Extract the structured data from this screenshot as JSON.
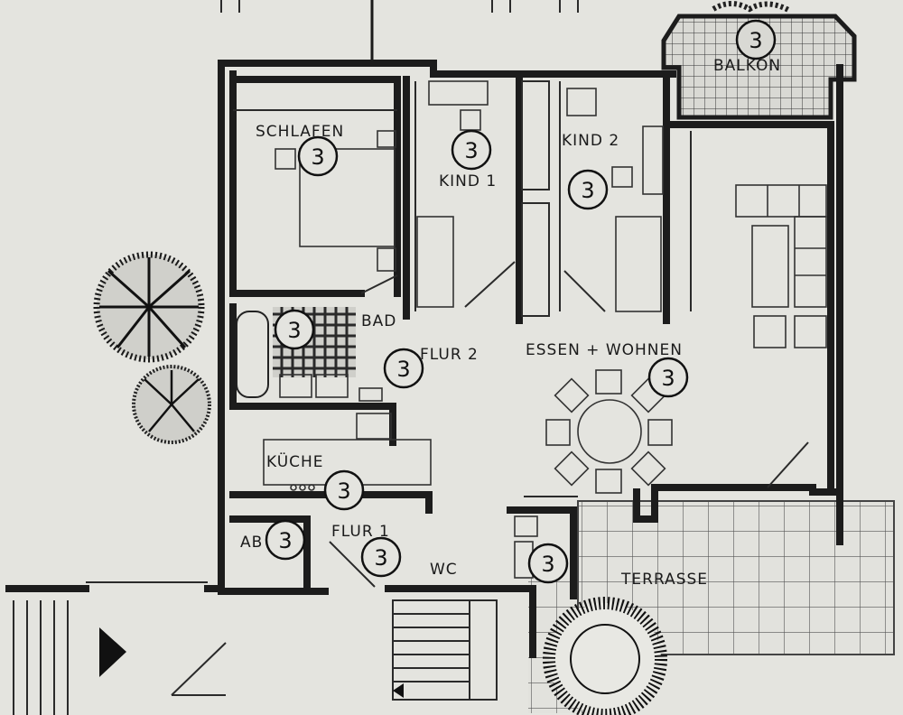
{
  "rooms": {
    "schlafen": "SCHLAFEN",
    "kind1": "KIND 1",
    "kind2": "KIND 2",
    "balkon": "BALKON",
    "bad": "BAD",
    "flur2": "FLUR 2",
    "essen_wohnen": "ESSEN + WOHNEN",
    "kueche": "KÜCHE",
    "ab": "AB",
    "flur1": "FLUR 1",
    "wc": "WC",
    "terrasse": "TERRASSE"
  },
  "badge": "3"
}
